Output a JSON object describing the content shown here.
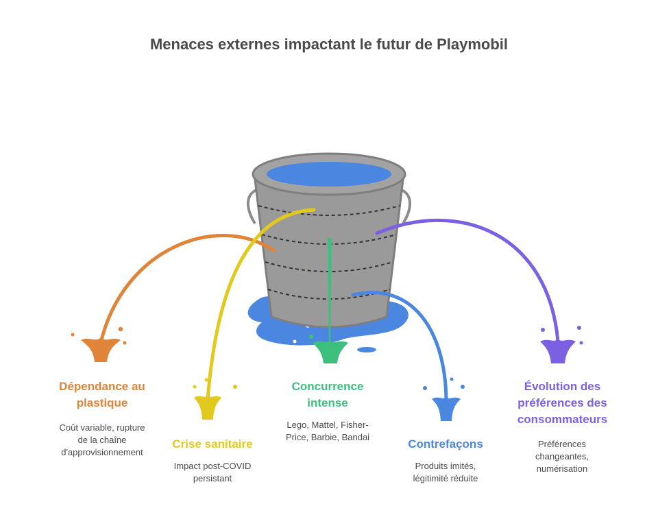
{
  "title": "Menaces externes impactant le futur de Playmobil",
  "colors": {
    "orange": "#E0843A",
    "yellow": "#E2C91E",
    "green": "#3DC07E",
    "blue": "#4B86E0",
    "purple": "#7B61E2",
    "bucket": "#9A9A9A",
    "bucket_outline": "#8C8C8C",
    "water": "#4B86E0"
  },
  "threats": [
    {
      "title": "Dépendance au plastique",
      "description": "Coût variable, rupture de la chaîne d'approvisionnement",
      "color": "#E0843A"
    },
    {
      "title": "Crise sanitaire",
      "description": "Impact post-COVID persistant",
      "color": "#E2C91E"
    },
    {
      "title": "Concurrence intense",
      "description": "Lego, Mattel, Fisher-Price, Barbie, Bandai",
      "color": "#3DC07E"
    },
    {
      "title": "Contrefaçons",
      "description": "Produits imités, légitimité réduite",
      "color": "#4B86E0"
    },
    {
      "title": "Évolution des préférences des consommateurs",
      "description": "Préférences changeantes, numérisation",
      "color": "#7B61E2"
    }
  ]
}
